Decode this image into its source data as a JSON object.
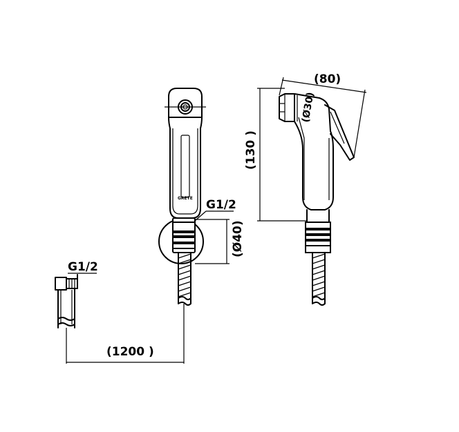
{
  "drawing": {
    "dimensions": {
      "hose_length": "(1200 )",
      "holder_diameter": "(Ø40)",
      "head_width": "(80)",
      "head_diameter": "(Ø30)",
      "height": "(130 )"
    },
    "thread_labels": {
      "wall_inlet": "G1/2",
      "holder_outlet": "G1/2"
    },
    "brand_mark": "GRETE"
  }
}
